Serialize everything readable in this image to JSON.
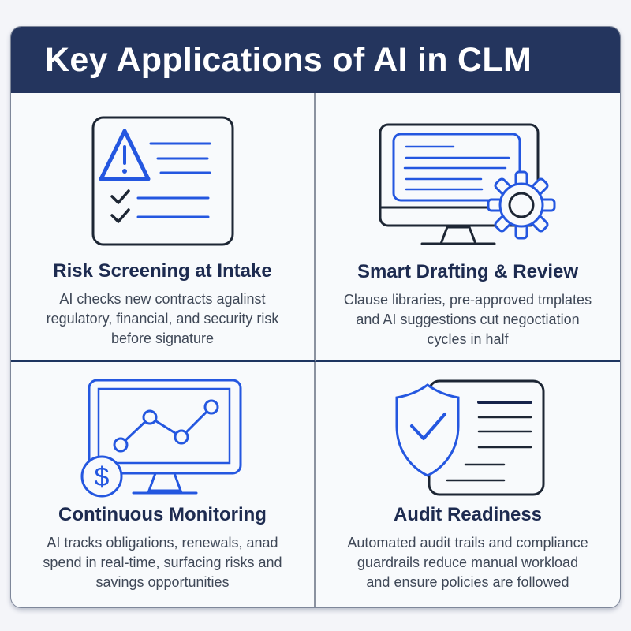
{
  "header": {
    "title": "Key Applications of AI in CLM",
    "background": "#24355e",
    "text_color": "#ffffff"
  },
  "quadrants": [
    {
      "id": "risk-screening",
      "icon": "risk-warning-checklist-icon",
      "title": "Risk Screening at Intake",
      "description": "AI checks new contracts agalinst\nregulatory, financial, and security risk\nbefore signature"
    },
    {
      "id": "smart-drafting",
      "icon": "monitor-document-gear-icon",
      "title": "Smart Drafting & Review",
      "description": "Clause libraries, pre-approved tmplates\nand AI suggestions cut negoctiation\ncycles in half"
    },
    {
      "id": "continuous-monitoring",
      "icon": "monitor-chart-dollar-icon",
      "title": "Continuous Monitoring",
      "description": "AI tracks obligations, renewals, anad\nspend in real-time, surfacing risks and\nsavings opportunities"
    },
    {
      "id": "audit-readiness",
      "icon": "shield-check-document-icon",
      "title": "Audit Readiness",
      "description": "Automated audit trails and compliance\nguardrails reduce manual workload\nand ensure policies are followed"
    }
  ],
  "colors": {
    "accent_blue": "#2457e0",
    "dark_outline": "#1d2634",
    "header_navy": "#24355e",
    "divider_navy": "#1e3560",
    "divider_gray": "#8b92a0",
    "heading_text": "#1d2b50",
    "body_text": "#3f4857",
    "card_background": "#f8fafc",
    "page_background": "#f4f5f9"
  }
}
